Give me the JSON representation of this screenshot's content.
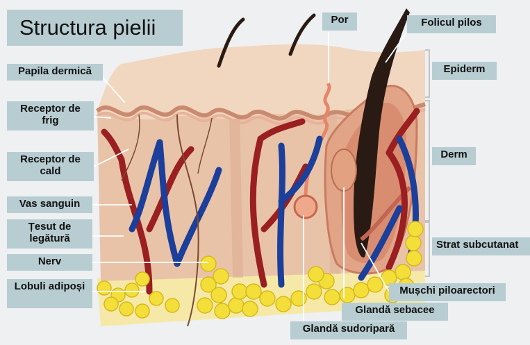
{
  "title": "Structura pielii",
  "labels": {
    "papila": "Papila dermică",
    "receptor_frig": "Receptor de frig",
    "receptor_cald": "Receptor de cald",
    "vas": "Vas sanguin",
    "tesut": "Țesut de legătură",
    "nerv": "Nerv",
    "lobuli": "Lobuli adipoși",
    "por": "Por",
    "folicul": "Folicul pilos",
    "epiderm": "Epiderm",
    "derm": "Derm",
    "strat": "Strat subcutanat",
    "muschi": "Mușchi piloarectori",
    "glanda_sebacee": "Glandă sebacee",
    "glanda_sudoripara": "Glandă sudoripară"
  },
  "colors": {
    "label_bg": "#b7cdd1",
    "epidermis": "#f1d6bd",
    "dermis": "#e8c0a4",
    "fat": "#f3de3a",
    "artery": "#9a1f20",
    "vein": "#1b3f9a",
    "hair": "#2a1a14"
  }
}
